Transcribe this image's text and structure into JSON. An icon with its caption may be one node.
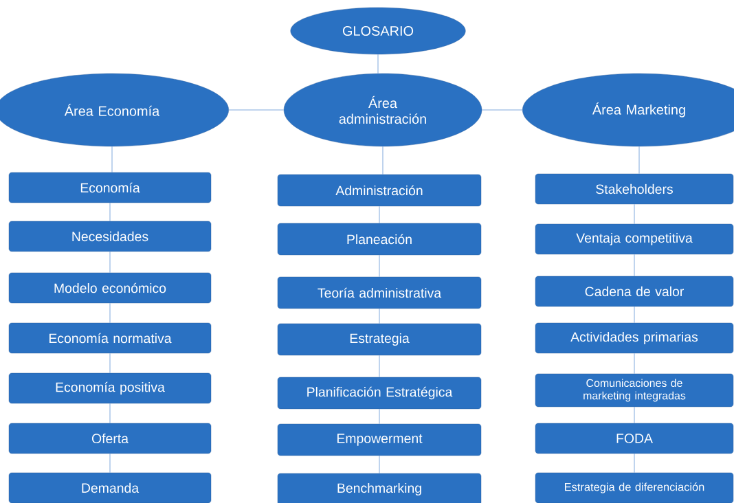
{
  "diagram": {
    "nodes": [
      {
        "text": [
          "GLOSARIO"
        ]
      },
      {
        "text": [
          "Área Economía"
        ]
      },
      {
        "text": [
          "Área administración"
        ]
      },
      {
        "text": [
          "Área Marketing"
        ]
      },
      {
        "text": [
          "Economía"
        ]
      },
      {
        "text": [
          "Necesidades"
        ]
      },
      {
        "text": [
          "Modelo económico"
        ]
      },
      {
        "text": [
          "Economía normativa"
        ]
      },
      {
        "text": [
          "Economía positiva"
        ]
      },
      {
        "text": [
          "Oferta"
        ]
      },
      {
        "text": [
          "Demanda"
        ]
      },
      {
        "text": [
          "Administración"
        ]
      },
      {
        "text": [
          "Planeación"
        ]
      },
      {
        "text": [
          "Teoría administrativa"
        ]
      },
      {
        "text": [
          "Estrategia"
        ]
      },
      {
        "text": [
          "Planificación Estratégica"
        ]
      },
      {
        "text": [
          "Empowerment"
        ]
      },
      {
        "text": [
          "Benchmarking"
        ]
      },
      {
        "text": [
          "Stakeholders"
        ]
      },
      {
        "text": [
          "Ventaja competitiva"
        ]
      },
      {
        "text": [
          "Cadena de valor"
        ]
      },
      {
        "text": [
          "Actividades primarias"
        ]
      },
      {
        "text": [
          "Comunicaciones de marketing integradas"
        ]
      },
      {
        "text": [
          "FODA"
        ]
      },
      {
        "text": [
          "Estrategia de diferenciación"
        ]
      }
    ],
    "edges": [
      {
        "from": 0,
        "to": 2,
        "arrow": "none"
      },
      {
        "from": 1,
        "to": 2,
        "arrow": "none"
      },
      {
        "from": 2,
        "to": 3,
        "arrow": "none"
      },
      {
        "from": 1,
        "to": 4,
        "arrow": "none"
      },
      {
        "from": 4,
        "to": 5,
        "arrow": "none"
      },
      {
        "from": 5,
        "to": 6,
        "arrow": "none"
      },
      {
        "from": 6,
        "to": 7,
        "arrow": "none"
      },
      {
        "from": 7,
        "to": 8,
        "arrow": "none"
      },
      {
        "from": 8,
        "to": 9,
        "arrow": "none"
      },
      {
        "from": 9,
        "to": 10,
        "arrow": "none"
      },
      {
        "from": 2,
        "to": 11,
        "arrow": "none"
      },
      {
        "from": 11,
        "to": 12,
        "arrow": "none"
      },
      {
        "from": 12,
        "to": 13,
        "arrow": "none"
      },
      {
        "from": 13,
        "to": 14,
        "arrow": "none"
      },
      {
        "from": 14,
        "to": 15,
        "arrow": "none"
      },
      {
        "from": 15,
        "to": 16,
        "arrow": "none"
      },
      {
        "from": 16,
        "to": 17,
        "arrow": "none"
      },
      {
        "from": 3,
        "to": 18,
        "arrow": "none"
      },
      {
        "from": 18,
        "to": 19,
        "arrow": "none"
      },
      {
        "from": 19,
        "to": 20,
        "arrow": "none"
      },
      {
        "from": 20,
        "to": 21,
        "arrow": "none"
      },
      {
        "from": 21,
        "to": 22,
        "arrow": "none"
      },
      {
        "from": 22,
        "to": 23,
        "arrow": "none"
      },
      {
        "from": 23,
        "to": 24,
        "arrow": "none"
      }
    ]
  }
}
